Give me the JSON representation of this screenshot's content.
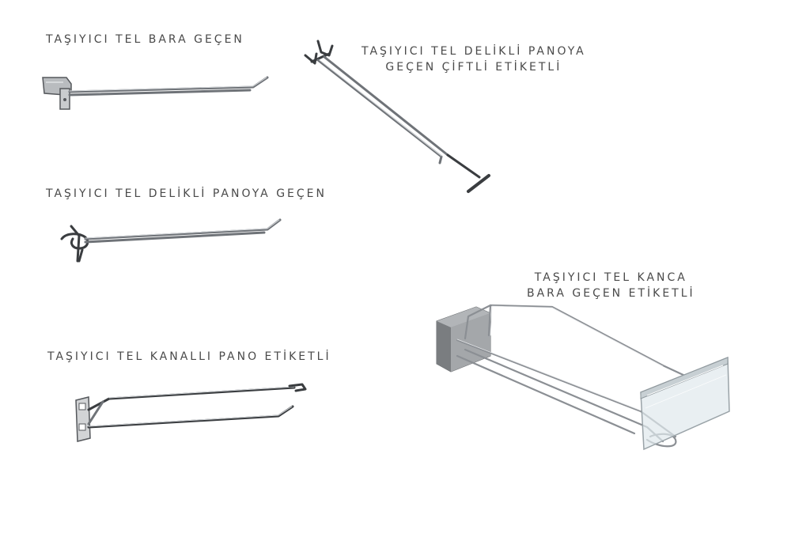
{
  "captions": {
    "bar": "TAŞIYICI TEL BARA GEÇEN",
    "double_label_line1": "TAŞIYICI TEL DELİKLİ PANOYA",
    "double_label_line2": "GEÇEN ÇİFTLİ ETİKETLİ",
    "perforated": "TAŞIYICI TEL DELİKLİ PANOYA GEÇEN",
    "slatwall": "TAŞIYICI TEL KANALLI PANO ETİKETLİ",
    "hook_bar_line1": "TAŞIYICI TEL KANCA",
    "hook_bar_line2": "BARA GEÇEN ETİKETLİ"
  },
  "colors": {
    "caption_text": "#4a4a4a",
    "wire": "#6f7378",
    "background": "#ffffff"
  }
}
